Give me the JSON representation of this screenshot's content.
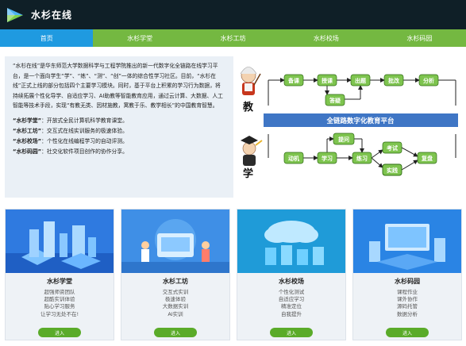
{
  "header": {
    "title": "水杉在线",
    "logo_icon": "play-triangle-logo"
  },
  "nav": {
    "items": [
      {
        "label": "首页",
        "active": true
      },
      {
        "label": "水杉学堂",
        "active": false
      },
      {
        "label": "水杉工坊",
        "active": false
      },
      {
        "label": "水杉校场",
        "active": false
      },
      {
        "label": "水杉码园",
        "active": false
      }
    ]
  },
  "intro": {
    "paragraph": "“水杉在线”是华东师范大学数据科学与工程学院推出的新一代数字化全链路在线学习平台，是一个面向学生“学”、“练”、“测”、“创”一体的综合性学习社区。目前，“水杉在线”正式上线的部分包括四个主要学习模块。同时，基于平台上积累的学习行为数据，将持续拓展个性化导学、自适应学习、AI助教等智能教育应用，通过云计算、大数据、人工智能等技术手段，实现“有教无类、因材施教，寓教于乐、教学相长”的中国教育智慧。",
    "items": [
      {
        "name": "“水杉学堂”",
        "desc": "：开放式全民计算机科学教育课堂。"
      },
      {
        "name": "“水杉工坊”",
        "desc": "：交互式在线实训服务的极速体验。"
      },
      {
        "name": "“水杉校场”",
        "desc": "：个性化在线编程学习的自动评测。"
      },
      {
        "name": "“水杉码园”",
        "desc": "：社交化软件项目创作的协作分享。"
      }
    ]
  },
  "diagram": {
    "teach_label": "教",
    "learn_label": "学",
    "platform_label": "全链路数字化教育平台",
    "teach_nodes": [
      "备课",
      "授课",
      "出题",
      "批改",
      "分析"
    ],
    "teach_answer": "答疑",
    "learn_nodes": [
      "动机",
      "学习",
      "练习",
      "实践",
      "复盘"
    ],
    "learn_ask": "提问",
    "learn_exam": "考试",
    "colors": {
      "node": "#7ec44f",
      "node_border": "#2d6b12",
      "band": "#3f76c5",
      "text": "#ffffff",
      "arrow": "#222222"
    }
  },
  "cards": [
    {
      "title": "水杉学堂",
      "lines": [
        "超强师资团队",
        "超酷实训体验",
        "贴心学习服务",
        "让学习无处不在!"
      ],
      "button": "进入",
      "banner_color": "#2f7ae0"
    },
    {
      "title": "水杉工坊",
      "lines": [
        "交互式实训",
        "极速体验",
        "大数据实训",
        "AI实训"
      ],
      "button": "进入",
      "banner_color": "#3f8fe6"
    },
    {
      "title": "水杉校场",
      "lines": [
        "个性化测试",
        "自适应学习",
        "精准定位",
        "自我提升"
      ],
      "button": "进入",
      "banner_color": "#1f9bd8"
    },
    {
      "title": "水杉码园",
      "lines": [
        "课程作业",
        "课外协作",
        "源码托管",
        "数据分析"
      ],
      "button": "进入",
      "banner_color": "#2a84e4"
    }
  ]
}
